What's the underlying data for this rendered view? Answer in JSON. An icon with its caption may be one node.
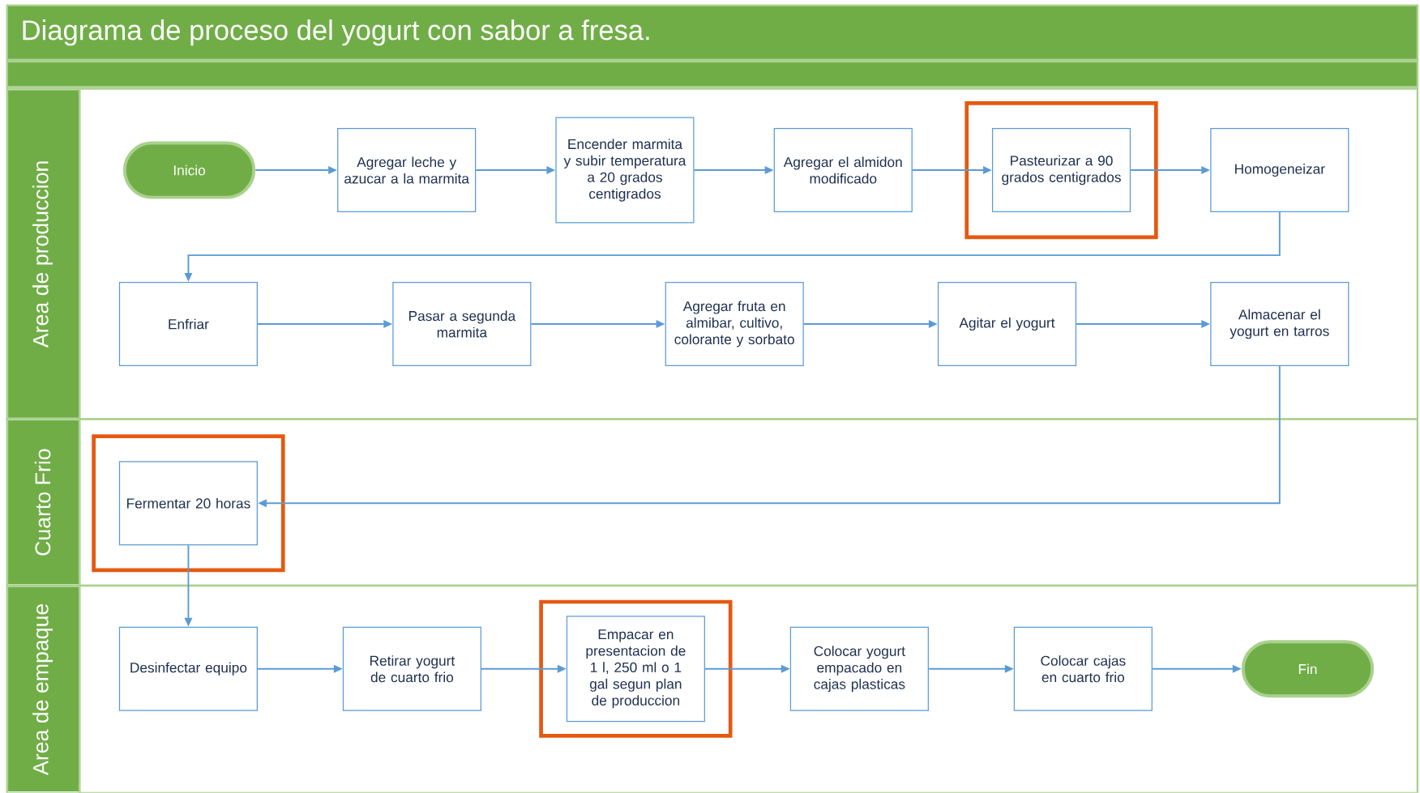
{
  "diagram": {
    "title": "Diagrama de proceso del yogurt con sabor a fresa.",
    "nodes": [
      {
        "text": [
          "Area de produccion"
        ]
      },
      {
        "text": [
          "Cuarto Frio"
        ]
      },
      {
        "text": [
          "Area de empaque"
        ]
      },
      {
        "text": [
          "Inicio"
        ],
        "in": 0
      },
      {
        "text": [
          "Agregar leche y azucar a la marmita"
        ],
        "in": 0
      },
      {
        "text": [
          "Encender marmita y subir temperatura a 20 grados centigrados"
        ],
        "in": 0
      },
      {
        "text": [
          "Agregar el almidon modificado"
        ],
        "in": 0
      },
      {
        "text": [],
        "shape": "box",
        "in": 0
      },
      {
        "text": [
          "Pasteurizar a 90 grados centigrados"
        ],
        "in": 7
      },
      {
        "text": [
          "Homogeneizar"
        ],
        "in": 0
      },
      {
        "text": [
          "Enfriar"
        ],
        "in": 0
      },
      {
        "text": [
          "Pasar a segunda marmita"
        ],
        "in": 0
      },
      {
        "text": [
          "Agregar fruta en almibar, cultivo, colorante y sorbato"
        ],
        "in": 0
      },
      {
        "text": [
          "Agitar el yogurt"
        ],
        "in": 0
      },
      {
        "text": [
          "Almacenar el yogurt en tarros"
        ],
        "in": 0
      },
      {
        "text": [],
        "shape": "box",
        "in": 1
      },
      {
        "text": [
          "Fermentar 20 horas"
        ],
        "in": 15
      },
      {
        "text": [
          "Desinfectar equipo"
        ],
        "in": 2
      },
      {
        "text": [
          "Retirar yogurt de cuarto frio"
        ],
        "in": 2
      },
      {
        "text": [],
        "shape": "box",
        "in": 2
      },
      {
        "text": [
          "Empacar en presentacion de 1 l, 250 ml o 1 gal segun plan de produccion"
        ],
        "in": 19
      },
      {
        "text": [
          "Colocar yogurt empacado en cajas plasticas"
        ],
        "in": 2
      },
      {
        "text": [
          "Colocar cajas en cuarto frio"
        ],
        "in": 2
      },
      {
        "text": [
          "Fin"
        ],
        "in": 2
      }
    ],
    "edges": [
      {
        "from": 3,
        "to": 4,
        "arrow": "to"
      },
      {
        "from": 4,
        "to": 5,
        "arrow": "to"
      },
      {
        "from": 5,
        "to": 6,
        "arrow": "to"
      },
      {
        "from": 6,
        "to": 8,
        "arrow": "to"
      },
      {
        "from": 8,
        "to": 9,
        "arrow": "to"
      },
      {
        "from": 9,
        "to": 10,
        "arrow": "to"
      },
      {
        "from": 10,
        "to": 11,
        "arrow": "to"
      },
      {
        "from": 11,
        "to": 12,
        "arrow": "to"
      },
      {
        "from": 12,
        "to": 13,
        "arrow": "to"
      },
      {
        "from": 13,
        "to": 14,
        "arrow": "to"
      },
      {
        "from": 14,
        "to": 16,
        "arrow": "to"
      },
      {
        "from": 16,
        "to": 17,
        "arrow": "to"
      },
      {
        "from": 17,
        "to": 18,
        "arrow": "to"
      },
      {
        "from": 18,
        "to": 20,
        "arrow": "to"
      },
      {
        "from": 20,
        "to": 21,
        "arrow": "to"
      },
      {
        "from": 21,
        "to": 22,
        "arrow": "to"
      },
      {
        "from": 22,
        "to": 23,
        "arrow": "to"
      }
    ]
  }
}
